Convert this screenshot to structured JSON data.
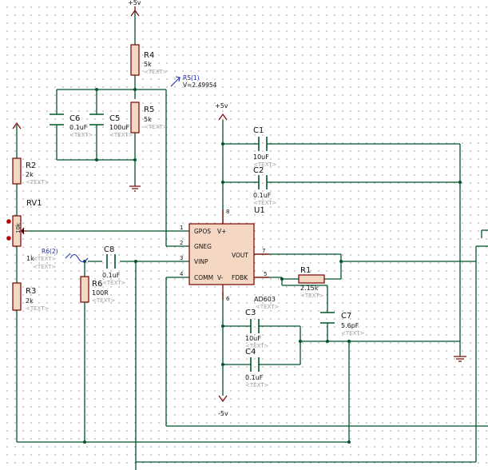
{
  "power": {
    "pos": "+5v",
    "neg": "-5v"
  },
  "placeholder": "<TEXT>",
  "probes": {
    "r5_label": "R5(1)",
    "r5_value": "V=2.49954",
    "r6_label": "R6(2)"
  },
  "components": {
    "r4": {
      "ref": "R4",
      "value": "5k"
    },
    "r5": {
      "ref": "R5",
      "value": "5k"
    },
    "c6": {
      "ref": "C6",
      "value": "0.1uF"
    },
    "c5": {
      "ref": "C5",
      "value": "100uF"
    },
    "r2": {
      "ref": "R2",
      "value": "2k"
    },
    "rv1": {
      "ref": "RV1",
      "value": "10k"
    },
    "r3": {
      "ref": "R3",
      "value": "2k"
    },
    "r6": {
      "ref": "R6",
      "value": "100R"
    },
    "r6_source": {
      "value": "1k"
    },
    "c8": {
      "ref": "C8",
      "value": "0.1uF"
    },
    "c1": {
      "ref": "C1",
      "value": "10uF"
    },
    "c2": {
      "ref": "C2",
      "value": "0.1uF"
    },
    "r1": {
      "ref": "R1",
      "value": "2.15k"
    },
    "c7": {
      "ref": "C7",
      "value": "5.6pF"
    },
    "c3": {
      "ref": "C3",
      "value": "10uF"
    },
    "c4": {
      "ref": "C4",
      "value": "0.1uF"
    },
    "u1": {
      "ref": "U1",
      "part": "AD603",
      "pins": {
        "gpos": "GPOS",
        "vplus": "V+",
        "gneg": "GNEG",
        "vout": "VOUT",
        "vinp": "VINP",
        "comm": "COMM",
        "vminus": "V-",
        "fdbk": "FDBK"
      },
      "pin_numbers": {
        "p1": "1",
        "p2": "2",
        "p3": "3",
        "p4": "4",
        "p5": "5",
        "p6": "6",
        "p7": "7",
        "p8": "8"
      }
    }
  }
}
